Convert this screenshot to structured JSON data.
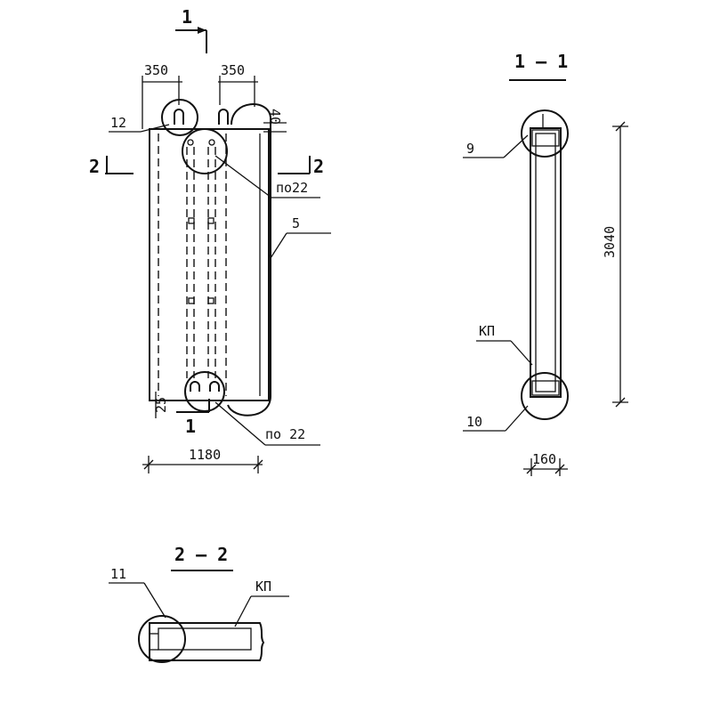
{
  "labels": {
    "dim_left_350": "350",
    "dim_right_350": "350",
    "dim_40": "40",
    "dim_25": "25",
    "dim_width_1180": "1180",
    "dim_height_3040": "3040",
    "dim_thickness_160": "160",
    "section_1_top": "1",
    "section_1_bottom": "1",
    "section_2_left": "2",
    "section_2_right": "2",
    "callout_12": "12",
    "callout_5": "5",
    "callout_po22_top": "по22",
    "callout_po22_bottom": "по 22",
    "callout_9": "9",
    "callout_10": "10",
    "callout_kp_side": "КП",
    "callout_11": "11",
    "callout_kp_section": "КП",
    "title_section_1_1": "1 – 1",
    "title_section_2_2": "2 – 2"
  }
}
